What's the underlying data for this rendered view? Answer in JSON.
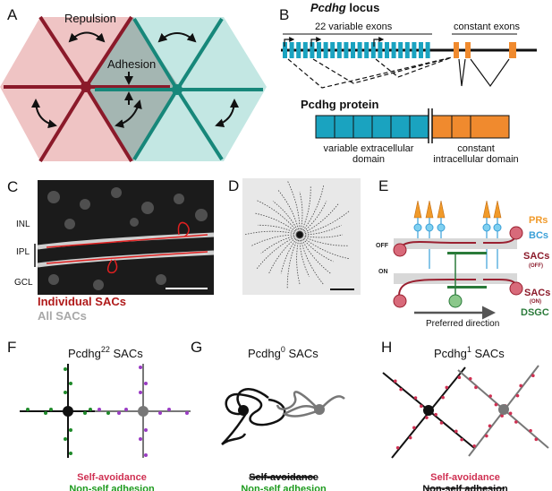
{
  "panels": {
    "A": {
      "letter": "A",
      "repulsion": "Repulsion",
      "adhesion": "Adhesion"
    },
    "B": {
      "letter": "B",
      "locus_title_italic": "Pcdhg",
      "locus_title_rest": " locus",
      "variable_exons": "22 variable exons",
      "constant_exons": "constant exons",
      "protein_title": "Pcdhg protein",
      "variable_domain_1": "variable extracellular",
      "variable_domain_2": "domain",
      "constant_domain_1": "constant",
      "constant_domain_2": "intracellular domain"
    },
    "C": {
      "letter": "C",
      "inl": "INL",
      "ipl": "IPL",
      "gcl": "GCL",
      "individual": "Individual SACs",
      "all": "All SACs"
    },
    "D": {
      "letter": "D"
    },
    "E": {
      "letter": "E",
      "prs": "PRs",
      "bcs": "BCs",
      "off": "OFF",
      "on": "ON",
      "sacs_off": "SACs",
      "sacs_off_sub": "(OFF)",
      "sacs_on": "SACs",
      "sacs_on_sub": "(ON)",
      "dsgc": "DSGC",
      "preferred": "Preferred direction"
    },
    "F": {
      "letter": "F",
      "title_base": "Pcdhg",
      "title_sup": "22",
      "title_rest": " SACs",
      "line1": "Self-avoidance",
      "line2": "Non-self adhesion"
    },
    "G": {
      "letter": "G",
      "title_base": "Pcdhg",
      "title_sup": "0",
      "title_rest": " SACs",
      "line1": "Self-avoidance",
      "line2": "Non-self adhesion"
    },
    "H": {
      "letter": "H",
      "title_base": "Pcdhg",
      "title_sup": "1",
      "title_rest": " SACs",
      "line1": "Self-avoidance",
      "line2": "Non-self adhesion"
    }
  },
  "colors": {
    "red_dark": "#8b1a2a",
    "teal": "#17877a",
    "pink_bg": "#efc4c4",
    "teal_bg": "#b8e3de",
    "cyan": "#1aa3c0",
    "orange": "#f08a2e",
    "green": "#1f8a2a",
    "purple": "#9a3cc4",
    "crimson": "#cf3052",
    "label_green": "#1e9a1e",
    "bc_blue": "#3aa0d8",
    "pr_orange": "#f09a2a",
    "dsgc_green": "#2a7a3a"
  }
}
